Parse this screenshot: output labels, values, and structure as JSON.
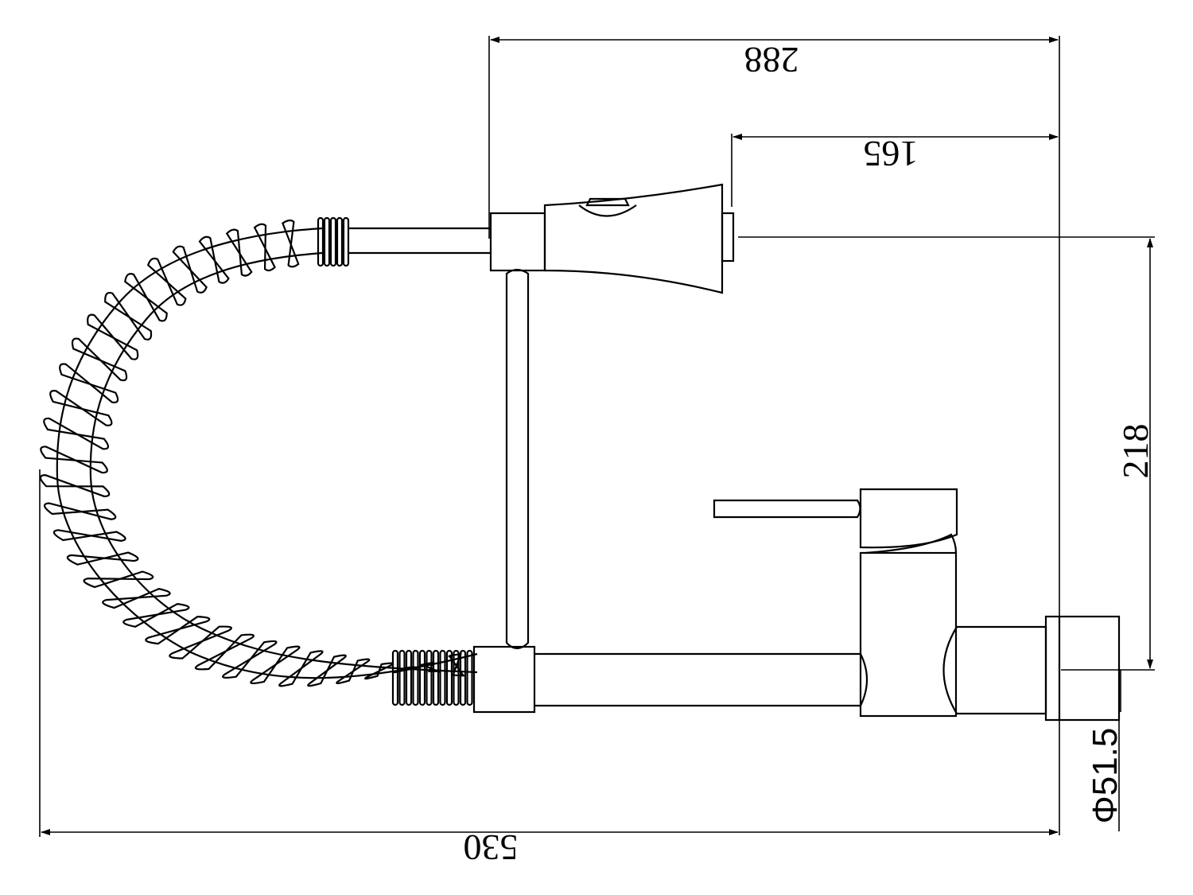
{
  "dimensions": {
    "top_width": "288",
    "spout_width": "165",
    "height": "218",
    "overall_length": "530",
    "base_diameter": "Φ51.5"
  },
  "colors": {
    "line": "#000000",
    "background": "#ffffff"
  }
}
